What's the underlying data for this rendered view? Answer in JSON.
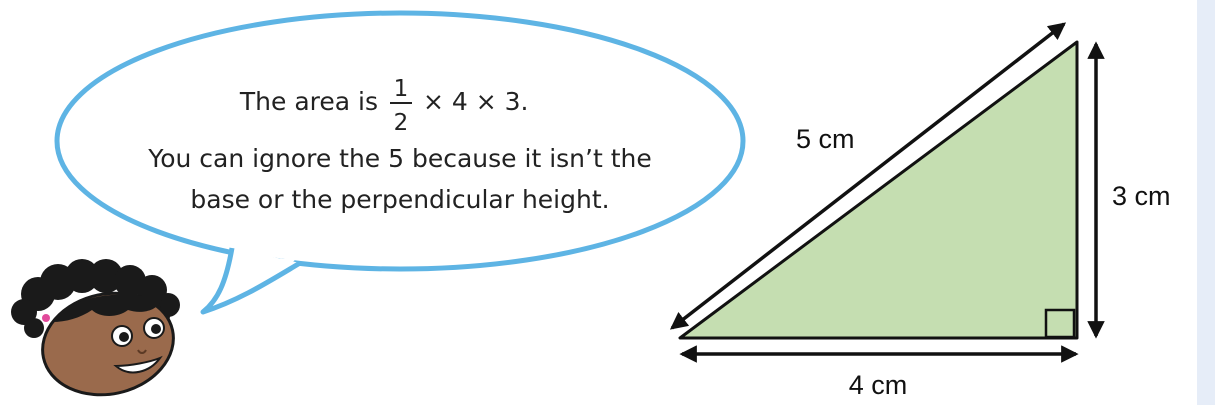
{
  "speech": {
    "line1_prefix": "The area is",
    "fraction_numerator": "1",
    "fraction_denominator": "2",
    "line1_suffix": "× 4 × 3.",
    "line2": "You can ignore the 5 because it isn’t the",
    "line3": "base or the perpendicular height."
  },
  "triangle": {
    "hypotenuse_label": "5 cm",
    "height_label": "3 cm",
    "base_label": "4 cm",
    "fill_color": "#c5deb1",
    "stroke_color": "#111111"
  },
  "bubble": {
    "border_color": "#5eb4e4",
    "fill_color": "#ffffff"
  },
  "side_strip": {
    "color": "#e6edf8"
  }
}
